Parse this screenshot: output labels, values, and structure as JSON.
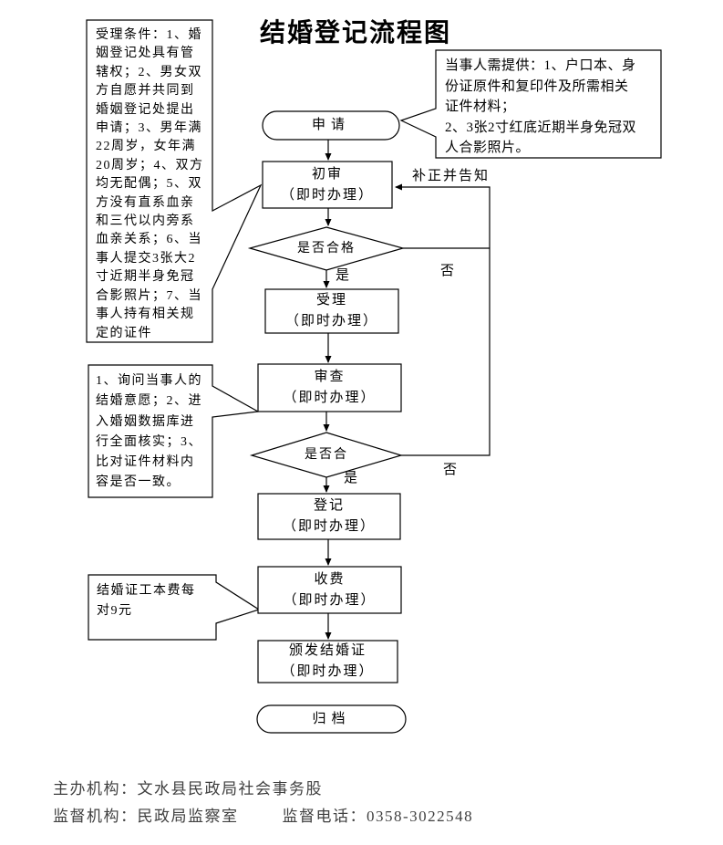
{
  "title": "结婚登记流程图",
  "callouts": {
    "acceptance_conditions": "受理条件：1、婚\n姻登记处具有管\n辖权；2、男女双\n方自愿并共同到\n婚姻登记处提出\n申请；3、男年满\n22周岁，女年满\n20周岁；4、双方\n均无配偶；5、双\n方没有直系血亲\n和三代以内旁系\n血亲关系；6、当\n事人提交3张大2\n寸近期半身免冠\n合影照片；7、当\n事人持有相关规\n定的证件",
    "applicant_materials": "当事人需提供：1、户口本、身\n份证原件和复印件及所需相关\n证件材料；\n2、3张2寸红底近期半身免冠双\n人合影照片。",
    "review_steps": "1、询问当事人的\n结婚意愿；2、进\n入婚姻数据库进\n行全面核实；3、\n比对证件材料内\n容是否一致。",
    "fee_note": "结婚证工本费每\n对9元"
  },
  "nodes": {
    "apply": "申请",
    "preliminary_review": "初审\n（即时办理）",
    "qualified_check_1": "是否合格",
    "accept": "受理\n（即时办理）",
    "examine": "审查\n（即时办理）",
    "qualified_check_2": "是否合",
    "register": "登记\n（即时办理）",
    "fee": "收费\n（即时办理）",
    "issue_certificate": "颁发结婚证\n（即时办理）",
    "archive": "归档"
  },
  "edge_labels": {
    "yes_1": "是",
    "no_1": "否",
    "yes_2": "是",
    "no_2": "否",
    "correct_and_inform": "补正并告知"
  },
  "footer": {
    "organizer": "主办机构：文水县民政局社会事务股",
    "supervisor": "监督机构：民政局监察室",
    "phone": "监督电话：0358-3022548"
  },
  "colors": {
    "stroke": "#000000",
    "shape_fill": "#ffffff",
    "text": "#000000",
    "footer_text": "#404040"
  }
}
